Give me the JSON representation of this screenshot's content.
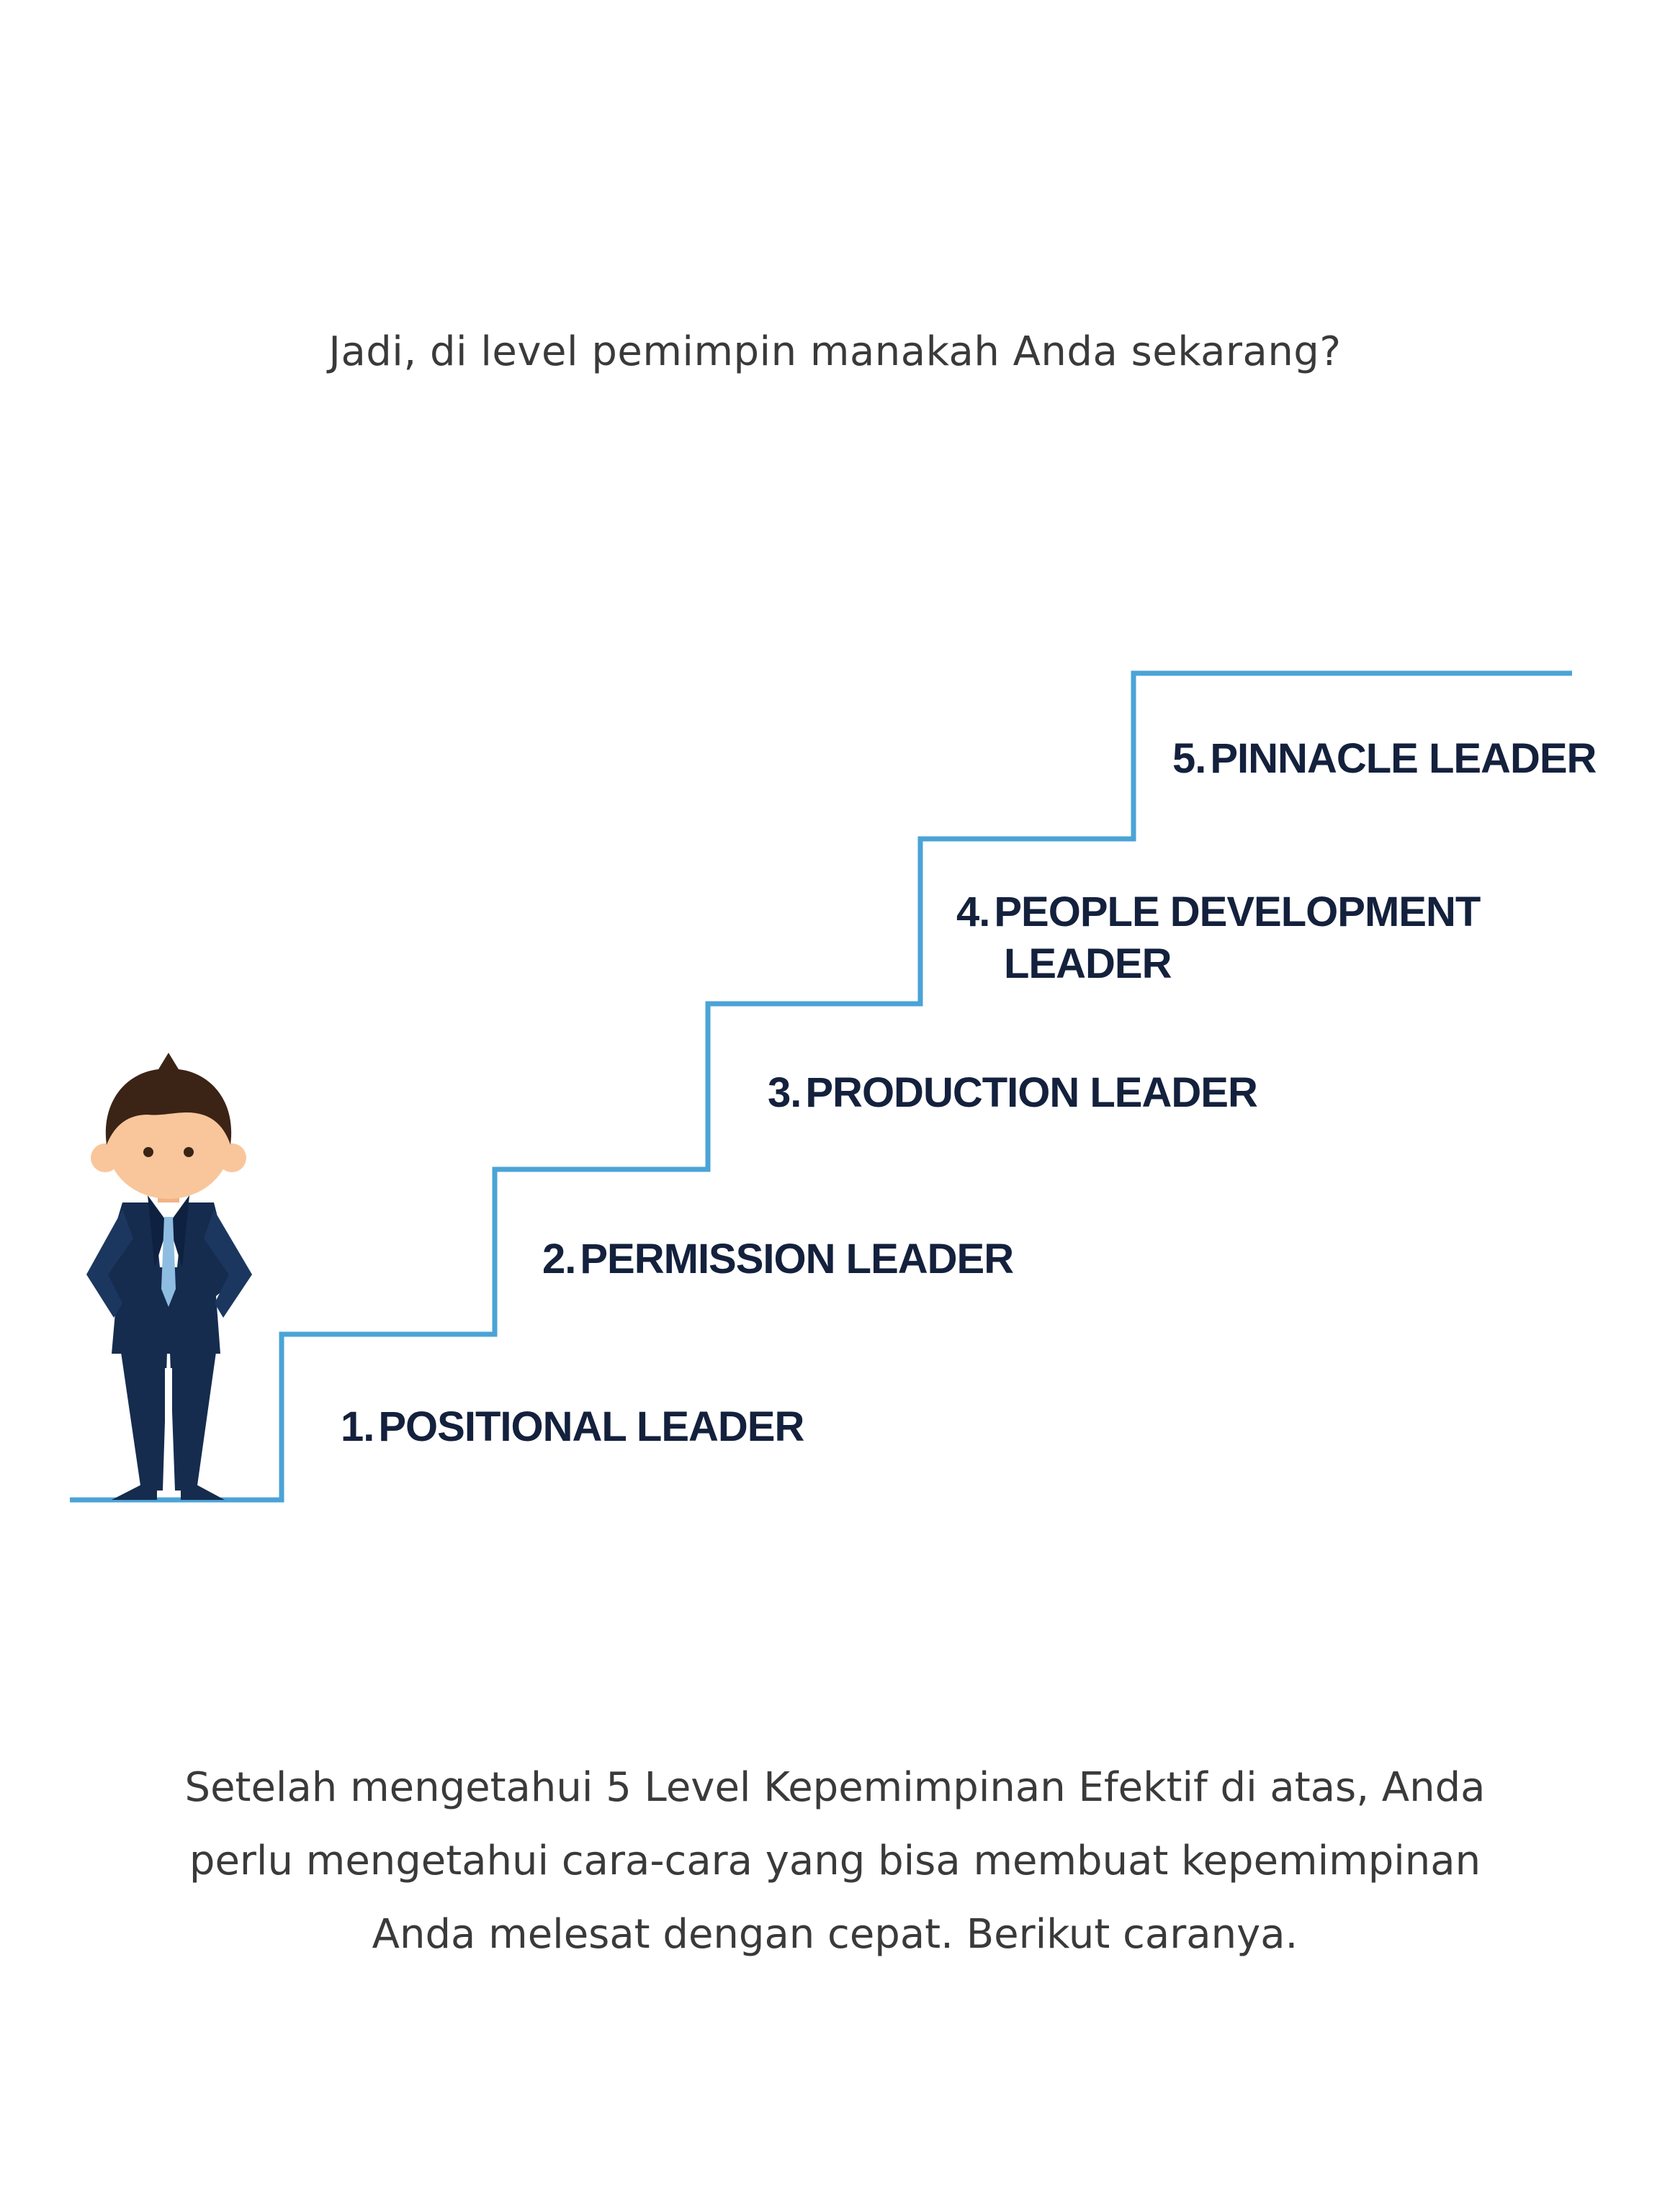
{
  "question": "Jadi, di level pemimpin manakah Anda sekarang?",
  "stair_color": "#4ba3d6",
  "levels": [
    {
      "number": "1.",
      "label": "POSITIONAL LEADER"
    },
    {
      "number": "2.",
      "label": "PERMISSION LEADER"
    },
    {
      "number": "3.",
      "label": "PRODUCTION LEADER"
    },
    {
      "number": "4.",
      "label": "PEOPLE DEVELOPMENT",
      "label_cont": "LEADER"
    },
    {
      "number": "5.",
      "label": "PINNACLE LEADER"
    }
  ],
  "figure": {
    "icon": "businessman-icon",
    "suit_color": "#152c4f",
    "hair_color": "#3b2416",
    "skin_color": "#f9c69b",
    "tie_color": "#8fbde2"
  },
  "closing": {
    "line1": "Setelah mengetahui 5 Level Kepemimpinan Efektif di atas, Anda",
    "line2": "perlu mengetahui cara-cara yang bisa membuat kepemimpinan",
    "line3": "Anda melesat dengan cepat. Berikut caranya."
  }
}
